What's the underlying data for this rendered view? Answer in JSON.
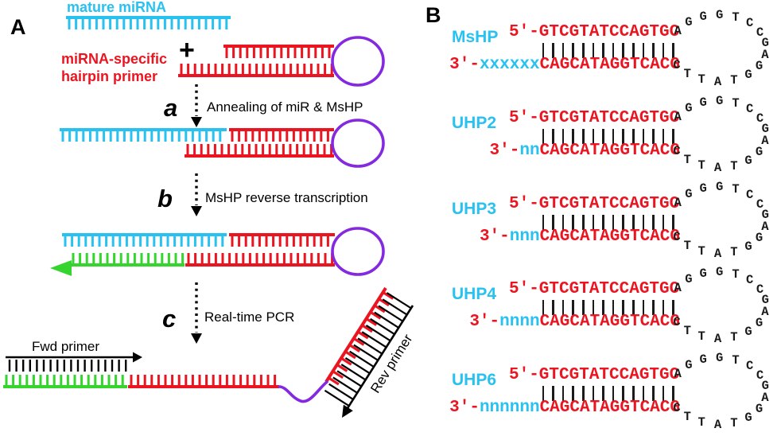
{
  "colors": {
    "cyan": "#29C1F0",
    "red": "#EA1520",
    "green": "#35D42F",
    "purple": "#8429E0",
    "black": "#000000",
    "pair_bar": "#1a1a1a"
  },
  "panelA": {
    "label": "A",
    "mature_mirna_label": "mature miRNA",
    "plus_sign": "+",
    "hairpin_primer_label_line1": "miRNA-specific",
    "hairpin_primer_label_line2": "hairpin primer",
    "steps": [
      {
        "letter": "a",
        "label": "Annealing of miR & MsHP"
      },
      {
        "letter": "b",
        "label": "MsHP reverse transcription"
      },
      {
        "letter": "c",
        "label": "Real-time PCR"
      }
    ],
    "fwd_primer_label": "Fwd primer",
    "rev_primer_label": "Rev primer"
  },
  "panelB": {
    "label": "B",
    "five_prime_prefix": "5'-",
    "three_prime_prefix": "3'-",
    "stem_top": "GTCGTATCCAGTGC",
    "stem_bottom": "CAGCATAGGTCACG",
    "loop_sequence": "AGGGTCCGAGGTATTC",
    "pair_count": 14,
    "hairpins": [
      {
        "label": "MsHP",
        "overhang": "xxxxxx"
      },
      {
        "label": "UHP2",
        "overhang": "nn"
      },
      {
        "label": "UHP3",
        "overhang": "nnn"
      },
      {
        "label": "UHP4",
        "overhang": "nnnn"
      },
      {
        "label": "UHP6",
        "overhang": "nnnnnn"
      }
    ]
  }
}
